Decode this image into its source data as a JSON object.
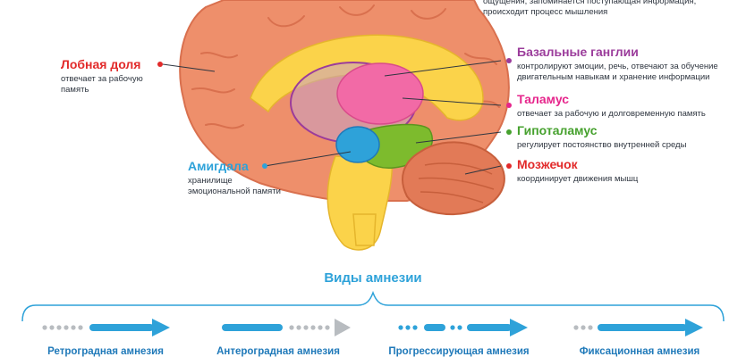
{
  "top_note": {
    "line1": "ощущения, запоминается поступающая информация,",
    "line2": "происходит процесс мышления"
  },
  "labels": {
    "frontal": {
      "title": "Лобная доля",
      "desc1": "отвечает за рабочую",
      "desc2": "память",
      "color": "#e22a2a"
    },
    "basal": {
      "title": "Базальные ганглии",
      "desc1": "контролируют эмоции, речь, отвечают за обучение",
      "desc2": "двигательным навыкам и  хранение информации",
      "color": "#9b3c9b"
    },
    "thalamus": {
      "title": "Таламус",
      "desc1": "отвечает за рабочую и долговременную память",
      "color": "#e6268c"
    },
    "hypothalamus": {
      "title": "Гипоталамус",
      "desc1": "регулирует постоянство внутренней среды",
      "color": "#46a12e"
    },
    "cerebellum": {
      "title": "Мозжечок",
      "desc1": "координирует движения мышц",
      "color": "#e22a2a"
    },
    "amygdala": {
      "title": "Амигдала",
      "desc1": "хранилище",
      "desc2": "эмоциональной памяти",
      "color": "#2ea2d9"
    }
  },
  "amnesia": {
    "title": "Виды амнезии",
    "types": [
      {
        "name": "Ретроградная амнезия"
      },
      {
        "name": "Антероградная амнезия"
      },
      {
        "name": "Прогрессирующая амнезия"
      },
      {
        "name": "Фиксационная амнезия"
      }
    ]
  },
  "colors": {
    "brain": "#ee8f6b",
    "brain_dark": "#d9704e",
    "yellow": "#fbd34a",
    "pink": "#f26aa6",
    "blue": "#2ea2d9",
    "green": "#7dbb2d",
    "gray": "#b8bcc0"
  }
}
